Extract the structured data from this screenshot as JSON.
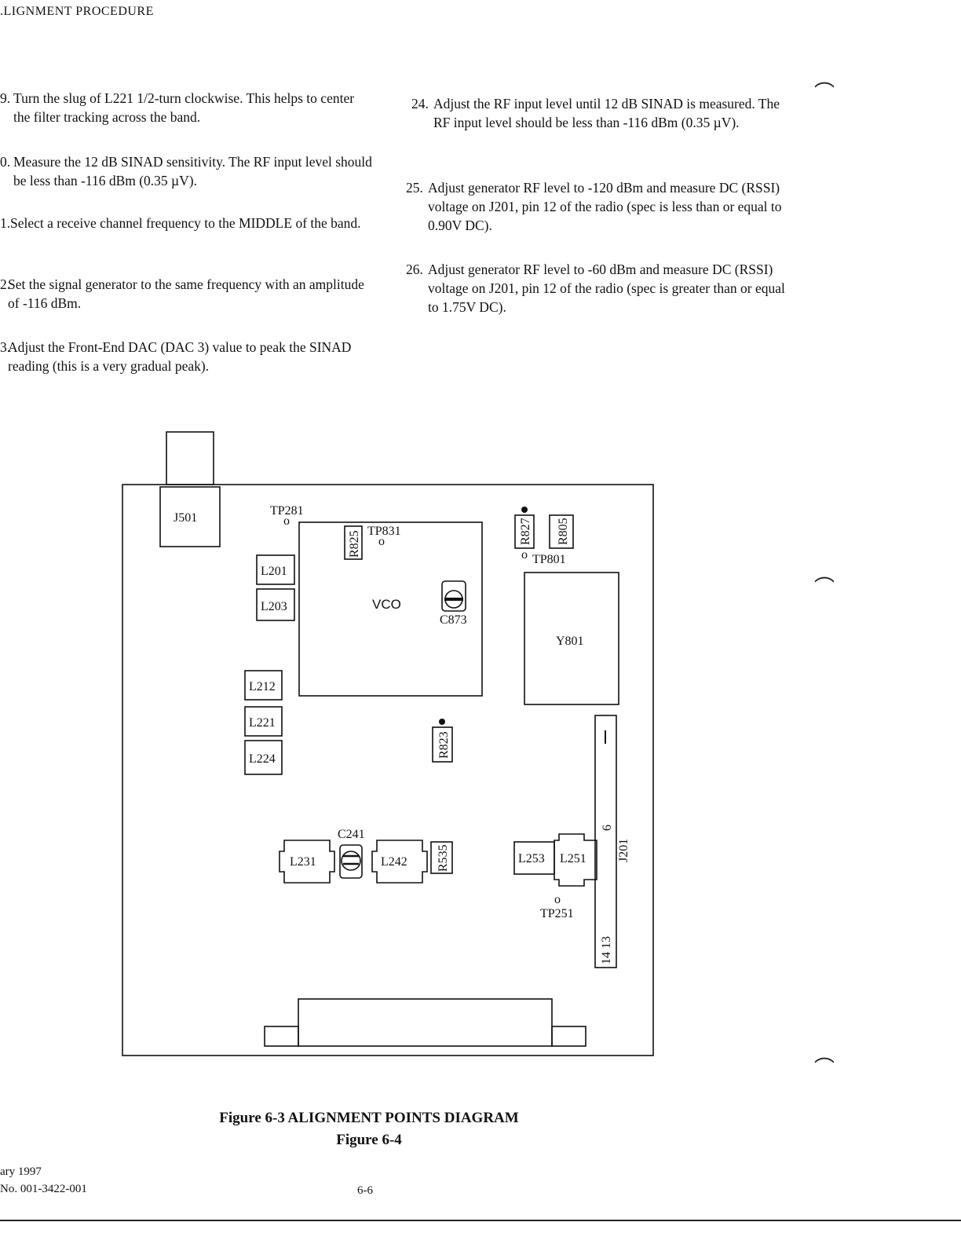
{
  "header": {
    "section": ".LIGNMENT PROCEDURE"
  },
  "left_steps": [
    {
      "num": "9.",
      "text": "Turn the slug of L221 1/2-turn clockwise.  This helps to center the filter tracking across the band."
    },
    {
      "num": "0.",
      "text": "Measure the 12 dB SINAD sensitivity.  The RF input level should be less than -116 dBm (0.35 µV)."
    },
    {
      "num": "1.",
      "text": "Select  a receive channel frequency to the MIDDLE of the band."
    },
    {
      "num": "2.",
      "text": "Set the signal generator to the same frequency with an amplitude of -116 dBm."
    },
    {
      "num": "3.",
      "text": "Adjust the Front-End DAC (DAC 3) value to peak the SINAD reading (this is a very gradual peak)."
    }
  ],
  "right_steps": [
    {
      "num": "24.",
      "text": "Adjust the RF input level until 12 dB SINAD is measured.  The RF input level should be less than -116 dBm (0.35 µV)."
    },
    {
      "num": "25.",
      "text": "Adjust generator RF level to -120 dBm and measure DC (RSSI) voltage on J201, pin 12 of the radio (spec is less than or equal to 0.90V DC)."
    },
    {
      "num": "26.",
      "text": "Adjust generator RF level to -60 dBm and measure DC (RSSI) voltage on J201, pin 12 of the radio (spec is greater than or equal to 1.75V DC)."
    }
  ],
  "diagram": {
    "components": {
      "j501": "J501",
      "tp281": "TP281",
      "tp831": "TP831",
      "r825": "R825",
      "r827": "R827",
      "r805": "R805",
      "tp801": "TP801",
      "l201": "L201",
      "l203": "L203",
      "vco": "VCO",
      "c873": "C873",
      "y801": "Y801",
      "l212": "L212",
      "l221": "L221",
      "l224": "L224",
      "r823": "R823",
      "c241": "C241",
      "l231": "L231",
      "l242": "L242",
      "r535": "R535",
      "l253": "L253",
      "l251": "L251",
      "tp251": "TP251",
      "j201": "J201",
      "j201_pin1": "1",
      "j201_pin6": "6",
      "j201_pins14_13": "14 13"
    },
    "test_point_symbol": "o"
  },
  "captions": {
    "line1": "Figure 6-3   ALIGNMENT POINTS DIAGRAM",
    "line2": "Figure 6-4"
  },
  "footer": {
    "date": "ary 1997",
    "doc_no": "No. 001-3422-001",
    "page": "6-6"
  }
}
